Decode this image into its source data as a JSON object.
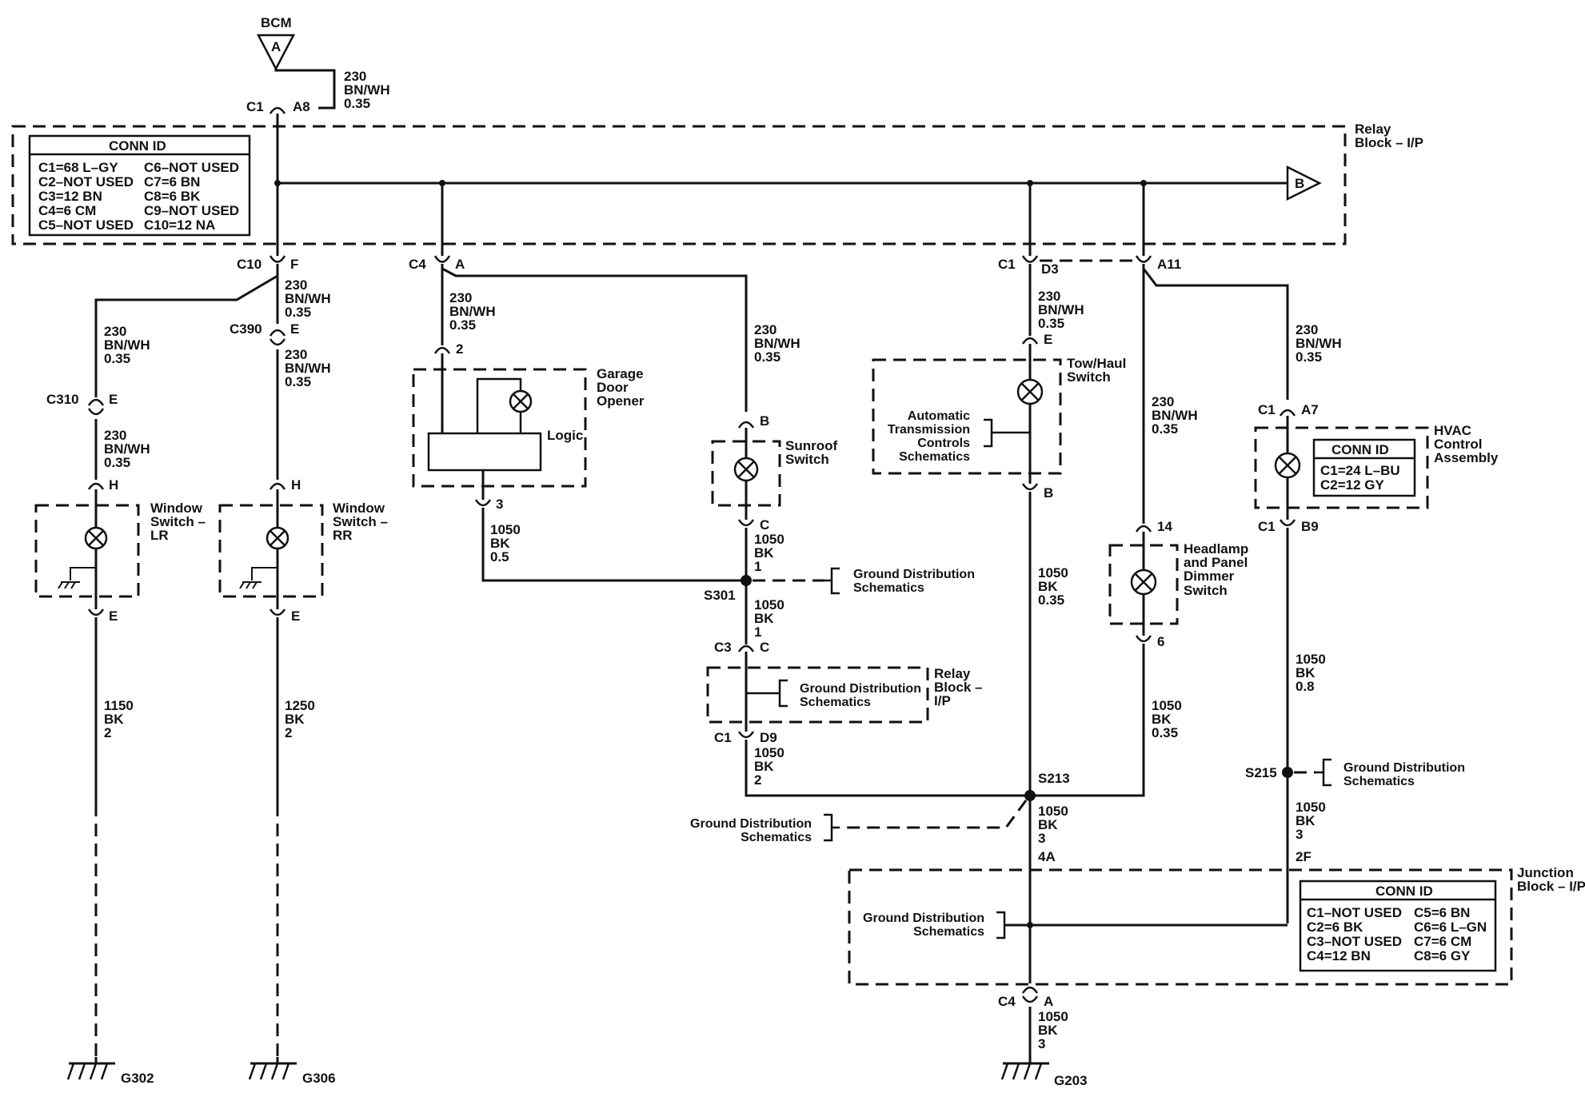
{
  "bcm": {
    "label": "BCM",
    "pin": "A"
  },
  "offpage_b": "B",
  "relay_block_ip": {
    "label_l1": "Relay",
    "label_l2": "Block – I/P"
  },
  "conn_id_relay": {
    "title": "CONN ID",
    "rows": [
      [
        "C1=68 L–GY",
        "C6–NOT USED"
      ],
      [
        "C2–NOT USED",
        "C7=6 BN"
      ],
      [
        "C3=12 BN",
        "C8=6 BK"
      ],
      [
        "C4=6 CM",
        "C9–NOT USED"
      ],
      [
        "C5–NOT USED",
        "C10=12 NA"
      ]
    ]
  },
  "conn_id_hvac": {
    "title": "CONN ID",
    "rows": [
      "C1=24 L–BU",
      "C2=12 GY"
    ]
  },
  "conn_id_junction": {
    "title": "CONN ID",
    "rows": [
      [
        "C1–NOT USED",
        "C5=6 BN"
      ],
      [
        "C2=6 BK",
        "C6=6 L–GN"
      ],
      [
        "C3–NOT USED",
        "C7=6 CM"
      ],
      [
        "C4=12 BN",
        "C8=6 GY"
      ]
    ]
  },
  "connectors": {
    "c1": "C1",
    "a8": "A8",
    "c10": "C10",
    "f": "F",
    "c390": "C390",
    "e": "E",
    "c310": "C310",
    "h": "H",
    "c4": "C4",
    "a": "A",
    "c3": "C3",
    "c": "C",
    "d9": "D9",
    "b": "B",
    "d3": "D3",
    "a11": "A11",
    "a7": "A7",
    "b9": "B9",
    "pin2": "2",
    "pin3": "3",
    "pin14": "14",
    "pin6": "6",
    "j4a": "4A",
    "j2f": "2F"
  },
  "wires": {
    "w230_l1": "230",
    "w230_l2": "BN/WH",
    "w230_l3": "0.35",
    "w1050": "1050",
    "bk": "BK",
    "g035": "0.35",
    "g05": "0.5",
    "g1": "1",
    "g2": "2",
    "g3": "3",
    "g08": "0.8",
    "w1150": "1150",
    "w1250": "1250"
  },
  "components": {
    "garage_l1": "Garage",
    "garage_l2": "Door",
    "garage_l3": "Opener",
    "logic": "Logic",
    "sunroof_l1": "Sunroof",
    "sunroof_l2": "Switch",
    "tow_l1": "Tow/Haul",
    "tow_l2": "Switch",
    "ats_l1": "Automatic",
    "ats_l2": "Transmission",
    "ats_l3": "Controls",
    "ats_l4": "Schematics",
    "headlamp_l1": "Headlamp",
    "headlamp_l2": "and Panel",
    "headlamp_l3": "Dimmer",
    "headlamp_l4": "Switch",
    "hvac_l1": "HVAC",
    "hvac_l2": "Control",
    "hvac_l3": "Assembly",
    "winlr_l1": "Window",
    "winlr_l2": "Switch –",
    "winlr_l3": "LR",
    "winrr_l1": "Window",
    "winrr_l2": "Switch –",
    "winrr_l3": "RR",
    "relay2_l1": "Relay",
    "relay2_l2": "Block –",
    "relay2_l3": "I/P",
    "junction_l1": "Junction",
    "junction_l2": "Block – I/P"
  },
  "ground_dist": {
    "l1": "Ground Distribution",
    "l2": "Schematics"
  },
  "splices": {
    "s301": "S301",
    "s213": "S213",
    "s215": "S215"
  },
  "grounds": {
    "g302": "G302",
    "g306": "G306",
    "g203": "G203"
  }
}
